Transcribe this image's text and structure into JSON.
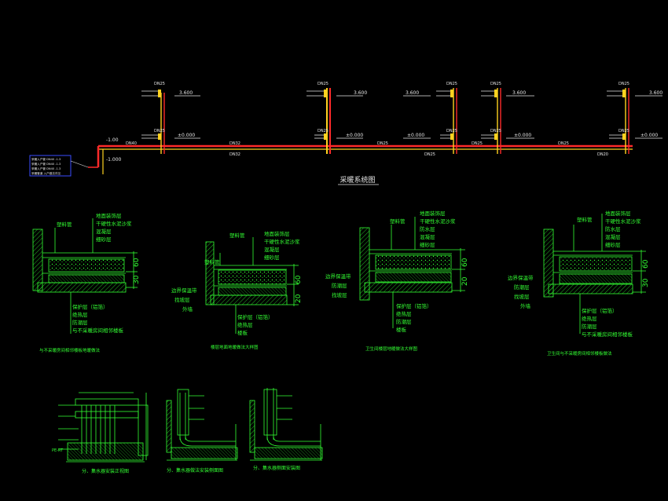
{
  "colors": {
    "background": "#000000",
    "pipe_red": "#ff2a2a",
    "pipe_yellow": "#ffd21f",
    "detail_green": "#33ff33",
    "text_white": "#e6e6e6",
    "legend_blue": "#3a4cff"
  },
  "system": {
    "title": "采暖系统图",
    "legend_lines": [
      "采暖入户管 DN40 -1.3",
      "采暖入户管 DN40 -1.3",
      "采暖入户管 DN40 -1.3",
      "采暖管道 入户做法详见"
    ],
    "main_labels": [
      "DN40",
      "DN32",
      "DN32",
      "DN25",
      "DN25",
      "DN25",
      "DN25",
      "DN20"
    ],
    "elev_high": "3.600",
    "elev_zero": "±0.000",
    "elev_low1": "-1.00",
    "elev_low2": "-1.000"
  },
  "detail1": {
    "top_labels": [
      "地面装饰层",
      "干硬性水泥沙浆",
      "混凝层",
      "细砂层"
    ],
    "left_label": "塑料管",
    "bottom_labels": [
      "保护层（铝箔）",
      "绝热层",
      "防潮层",
      "与不采暖房间相邻楼板"
    ],
    "dim1": "60",
    "dim2": "30",
    "caption": "与不采暖房间相邻楼板地暖做法"
  },
  "detail2": {
    "top_labels": [
      "地面装饰层",
      "干硬性水泥沙浆",
      "混凝层",
      "细砂层"
    ],
    "left_label": "塑料管",
    "side_labels": [
      "边界保温带",
      "找坡层",
      "外墙"
    ],
    "bottom_labels": [
      "保护层（铝箔）",
      "绝热层",
      "楼板"
    ],
    "dim1": "60",
    "dim2": "20",
    "caption": "楼层地面地暖做法大样图"
  },
  "detail3": {
    "top_labels": [
      "地面装饰层",
      "干硬性水泥沙浆",
      "防水层",
      "混凝层",
      "细砂层"
    ],
    "left_label": "塑料管",
    "side_labels": [
      "边界保温带",
      "防潮层",
      "找坡层"
    ],
    "bottom_labels": [
      "保护层（铝箔）",
      "绝热层",
      "防潮层",
      "楼板"
    ],
    "dim1": "60",
    "dim2": "20",
    "caption": "卫生间楼层地暖做法大样图"
  },
  "detail4": {
    "top_labels": [
      "地面装饰层",
      "干硬性水泥沙浆",
      "防水层",
      "混凝层",
      "细砂层"
    ],
    "left_label": "塑料管",
    "side_labels": [
      "边界保温带",
      "防潮层",
      "找坡层",
      "外墙"
    ],
    "bottom_labels": [
      "保护层（铝箔）",
      "绝热层",
      "防潮层",
      "与不采暖房间相邻楼板"
    ],
    "dim1": "60",
    "dim2": "30",
    "caption": "卫生间与不采暖房间相邻楼板做法"
  },
  "detail5": {
    "caption": "分、集水器安装正视图",
    "side_label": "PE-RT"
  },
  "detail6": {
    "caption": "分、集水器做法安装侧面图"
  },
  "detail7": {
    "caption": "分、集水器侧面安装图"
  }
}
